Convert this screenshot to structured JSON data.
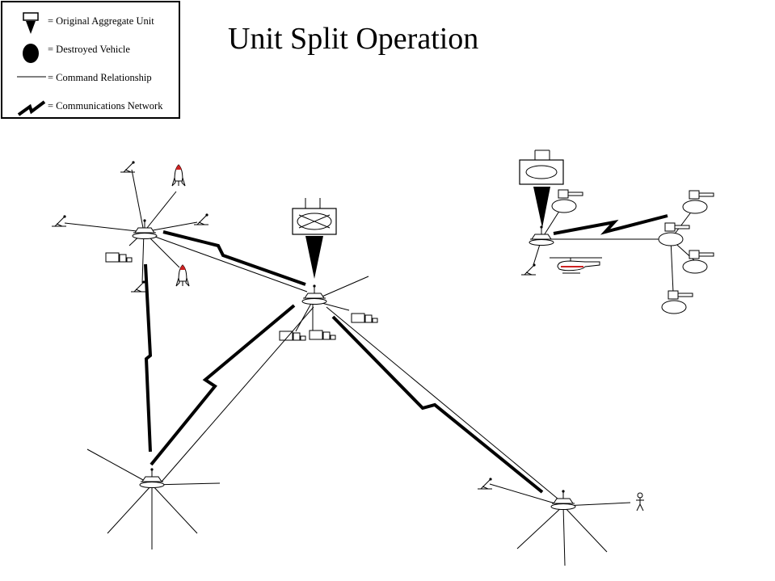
{
  "title": "Unit Split Operation",
  "legend": {
    "items": [
      {
        "icon": "aggregate-unit-icon",
        "label": "= Original Aggregate Unit"
      },
      {
        "icon": "destroyed-vehicle-icon",
        "label": "= Destroyed Vehicle"
      },
      {
        "icon": "command-line-icon",
        "label": "= Command Relationship"
      },
      {
        "icon": "comms-network-icon",
        "label": "= Communications Network"
      }
    ]
  },
  "colors": {
    "ink": "#000000",
    "background": "#ffffff",
    "rocket_tip": "#cc2222",
    "helicopter_stripe": "#cc2222"
  }
}
